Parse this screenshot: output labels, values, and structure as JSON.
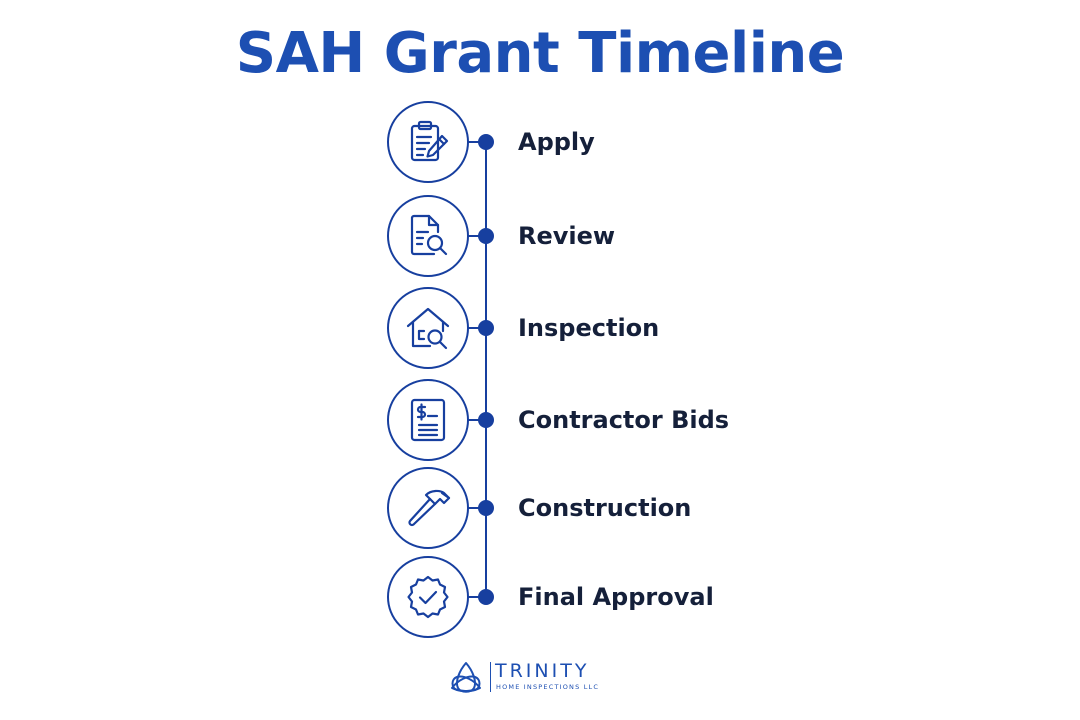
{
  "title": "SAH Grant Timeline",
  "colors": {
    "title": "#1d4fb2",
    "line": "#173f9f",
    "label": "#15203a"
  },
  "steps": [
    {
      "label": "Apply",
      "icon": "clipboard-pencil-icon"
    },
    {
      "label": "Review",
      "icon": "document-magnifier-icon"
    },
    {
      "label": "Inspection",
      "icon": "house-magnifier-icon"
    },
    {
      "label": "Contractor Bids",
      "icon": "dollar-document-icon"
    },
    {
      "label": "Construction",
      "icon": "hammer-icon"
    },
    {
      "label": "Final Approval",
      "icon": "check-badge-icon"
    }
  ],
  "logo": {
    "name": "TRINITY",
    "subtitle": "HOME INSPECTIONS LLC",
    "icon": "trinity-knot-icon"
  }
}
